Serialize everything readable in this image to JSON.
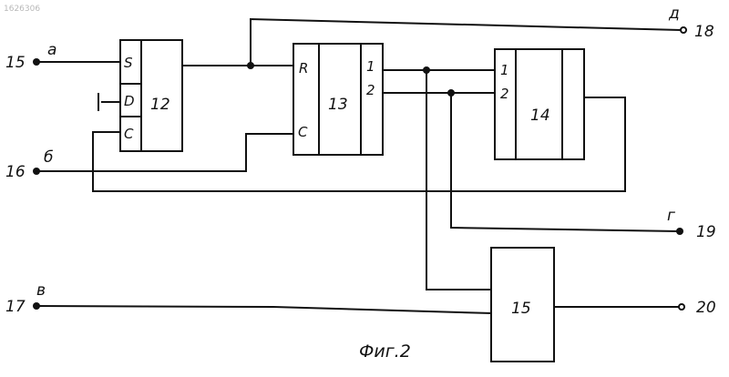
{
  "stamp": "1626306",
  "caption": "Фиг.2",
  "blocks": {
    "b12": {
      "label": "12",
      "pins": {
        "s": "S",
        "d": "D",
        "c": "C"
      }
    },
    "b13": {
      "label": "13",
      "pins": {
        "r": "R",
        "c": "C",
        "o1": "1",
        "o2": "2"
      }
    },
    "b14": {
      "label": "14",
      "pins": {
        "i1": "1",
        "i2": "2"
      }
    },
    "b15": {
      "label": "15"
    }
  },
  "terminals": {
    "t15": {
      "number": "15",
      "signal": "а"
    },
    "t16": {
      "number": "16",
      "signal": "б"
    },
    "t17": {
      "number": "17",
      "signal": "в"
    },
    "t18": {
      "number": "18",
      "signal": "д"
    },
    "t19": {
      "number": "19",
      "signal": "г"
    },
    "t20": {
      "number": "20"
    }
  }
}
